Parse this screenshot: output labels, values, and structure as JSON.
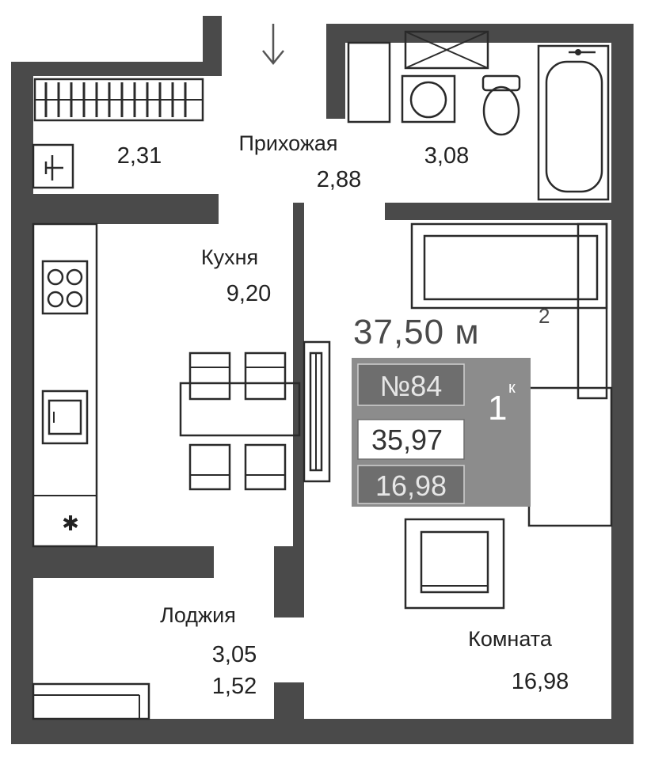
{
  "plan": {
    "total_area": "37,50 м",
    "total_area_sup": "2",
    "apartment_number": "№84",
    "rooms_count": "1",
    "rooms_count_sup": "к",
    "living_area_total": "35,97",
    "living_area": "16,98",
    "rooms": {
      "storage": {
        "area": "2,31"
      },
      "hallway": {
        "name": "Прихожая",
        "area": "2,88"
      },
      "bathroom": {
        "area": "3,08"
      },
      "kitchen": {
        "name": "Кухня",
        "area": "9,20"
      },
      "loggia": {
        "name": "Лоджия",
        "area": "3,05",
        "area_reduced": "1,52"
      },
      "room": {
        "name": "Комната",
        "area": "16,98"
      }
    }
  },
  "colors": {
    "wall": "#4a4a4a",
    "badge": "#8c8c8c",
    "line": "#2a2a2a"
  }
}
